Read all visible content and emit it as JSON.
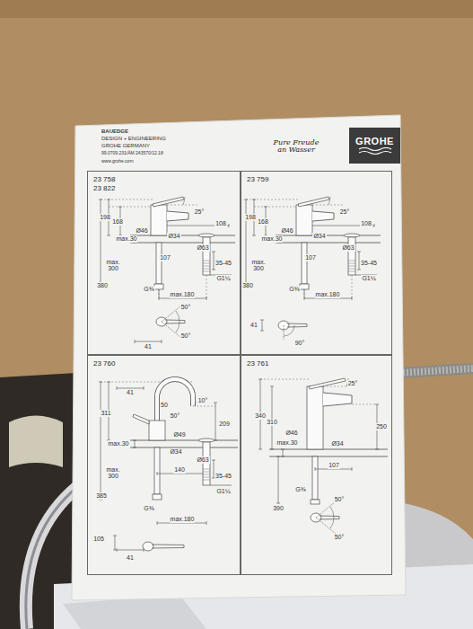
{
  "diagram": {
    "nodes": [
      {
        "text": [
          "GROHE"
        ]
      },
      {
        "text": [
          "23 758",
          "23 822"
        ]
      },
      {
        "text": [
          "23 759"
        ]
      },
      {
        "text": [
          "23 760"
        ]
      },
      {
        "text": [
          "23 761"
        ]
      }
    ],
    "labels": [
      "BAUEDGE",
      "DESIGN + ENGINEERING",
      "GROHE GERMANY",
      "99.0709.231/ÄM 243570/12.18",
      "www.grohe.com",
      "Pure Freude an Wasser",
      "198",
      "168",
      "25°",
      "108",
      "Ø46",
      "max.30",
      "Ø34",
      "max. 300",
      "380",
      "Ø63",
      "107",
      "35-45",
      "G1¼",
      "G⅜",
      "max.180",
      "50°",
      "50°",
      "41",
      "198",
      "168",
      "25°",
      "108",
      "Ø46",
      "max.30",
      "Ø34",
      "max. 300",
      "380",
      "Ø63",
      "107",
      "35-45",
      "G1¼",
      "G⅜",
      "max.180",
      "41",
      "90°",
      "41",
      "50",
      "10°",
      "50°",
      "311",
      "209",
      "max.30",
      "Ø49",
      "Ø34",
      "max. 300",
      "385",
      "140",
      "Ø63",
      "35-45",
      "G1¼",
      "G⅜",
      "max.180",
      "105",
      "41",
      "340",
      "310",
      "25°",
      "250",
      "Ø46",
      "max.30",
      "Ø34",
      "107",
      "390",
      "G⅜",
      "50°",
      "50°"
    ]
  }
}
